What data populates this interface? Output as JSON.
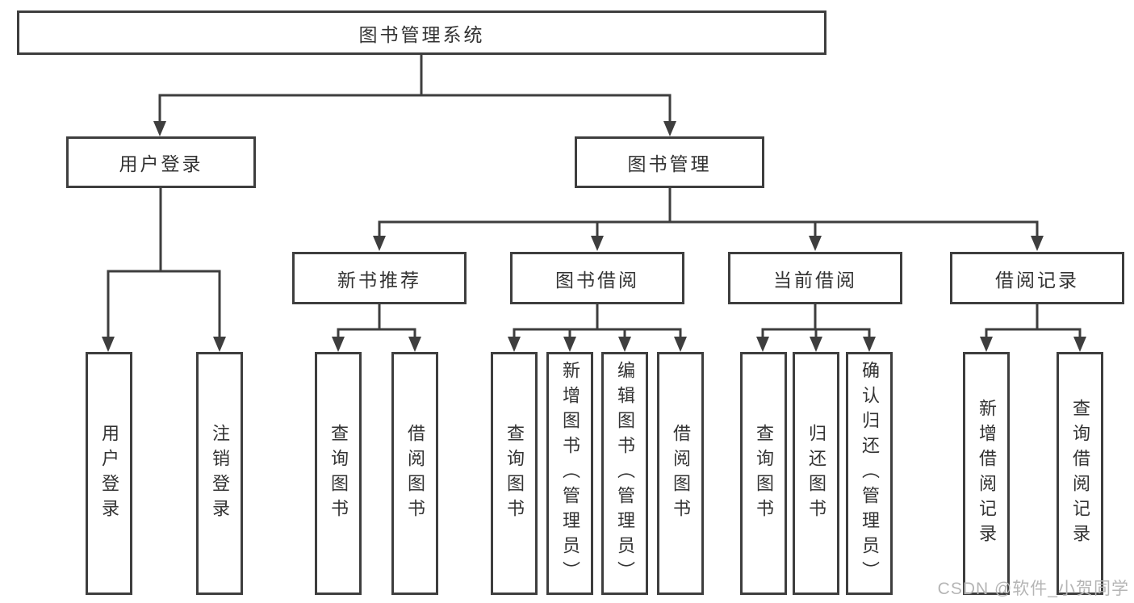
{
  "tree": {
    "root": {
      "label": "图书管理系统"
    },
    "level2": [
      {
        "label": "用户登录",
        "leaves": [
          {
            "label": "用户登录"
          },
          {
            "label": "注销登录"
          }
        ]
      },
      {
        "label": "图书管理",
        "groups": [
          {
            "label": "新书推荐",
            "leaves": [
              {
                "label": "查询图书"
              },
              {
                "label": "借阅图书"
              }
            ]
          },
          {
            "label": "图书借阅",
            "leaves": [
              {
                "label": "查询图书"
              },
              {
                "label": "新增图书（管理员）"
              },
              {
                "label": "编辑图书（管理员）"
              },
              {
                "label": "借阅图书"
              }
            ]
          },
          {
            "label": "当前借阅",
            "leaves": [
              {
                "label": "查询图书"
              },
              {
                "label": "归还图书"
              },
              {
                "label": "确认归还（管理员）"
              }
            ]
          },
          {
            "label": "借阅记录",
            "leaves": [
              {
                "label": "新增借阅记录"
              },
              {
                "label": "查询借阅记录"
              }
            ]
          }
        ]
      }
    ]
  },
  "watermark": {
    "text": "CSDN @软件_小贺同学",
    "color": "#b5b5b5"
  },
  "colors": {
    "line": "#3e3e3e",
    "text": "#333333",
    "background": "#ffffff"
  }
}
